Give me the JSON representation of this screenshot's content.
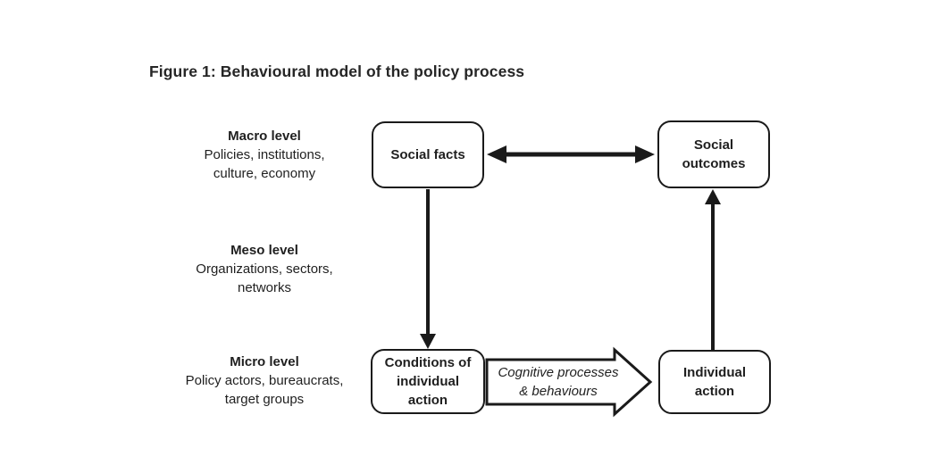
{
  "title": "Figure 1: Behavioural model of the policy process",
  "levels": [
    {
      "heading": "Macro level",
      "line1": "Policies, institutions,",
      "line2": "culture, economy"
    },
    {
      "heading": "Meso level",
      "line1": "Organizations, sectors,",
      "line2": "networks"
    },
    {
      "heading": "Micro level",
      "line1": "Policy actors, bureaucrats,",
      "line2": "target groups"
    }
  ],
  "boxes": {
    "social_facts": {
      "line1": "Social facts"
    },
    "social_outcomes": {
      "line1": "Social",
      "line2": "outcomes"
    },
    "conditions": {
      "line1": "Conditions of",
      "line2": "individual",
      "line3": "action"
    },
    "individual_action": {
      "line1": "Individual",
      "line2": "action"
    }
  },
  "block_arrow": {
    "line1": "Cognitive processes",
    "line2": "& behaviours"
  },
  "colors": {
    "ink": "#1a1a1a",
    "background": "#ffffff"
  }
}
